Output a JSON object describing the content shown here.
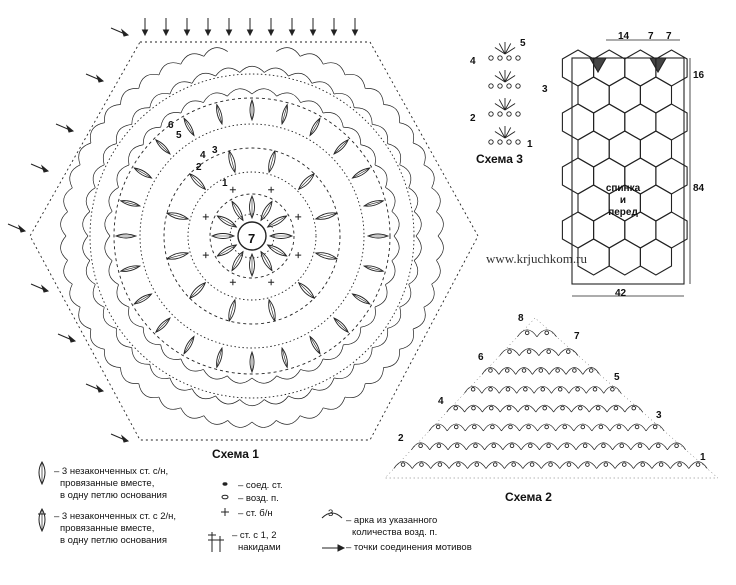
{
  "captions": {
    "scheme1": "Схема 1",
    "scheme2": "Схема 2",
    "scheme3": "Схема 3"
  },
  "watermark": "www.krjuchkom.ru",
  "center_label": "7",
  "motif_row_numbers": [
    "1",
    "2",
    "3",
    "4",
    "5",
    "6"
  ],
  "scheme3": {
    "row_numbers": [
      "1",
      "2",
      "3",
      "4",
      "5"
    ],
    "dimensions": {
      "top_a": "14",
      "top_b": "7",
      "top_c": "7",
      "side_top": "16",
      "side_main": "84",
      "bottom": "42"
    },
    "label_line1": "спинка",
    "label_line2": "и",
    "label_line3": "перед"
  },
  "scheme2_row_numbers": [
    "1",
    "2",
    "3",
    "4",
    "5",
    "6",
    "7",
    "8"
  ],
  "legend": {
    "item1": [
      "– 3 незаконченных ст. с/н,",
      "провязанные вместе,",
      "в одну петлю основания"
    ],
    "item2": [
      "– 3 незаконченных ст. с 2/н,",
      "провязанные вместе,",
      "в одну петлю основания"
    ],
    "slip": "– соед. ст.",
    "chain": "– возд. п.",
    "sc": "– ст. б/н",
    "dc": [
      "– ст. с 1, 2",
      "накидами"
    ],
    "arch_num": "3",
    "arch": [
      "– арка из указанного",
      "количества возд. п."
    ],
    "join": "– точки соединения мотивов"
  }
}
